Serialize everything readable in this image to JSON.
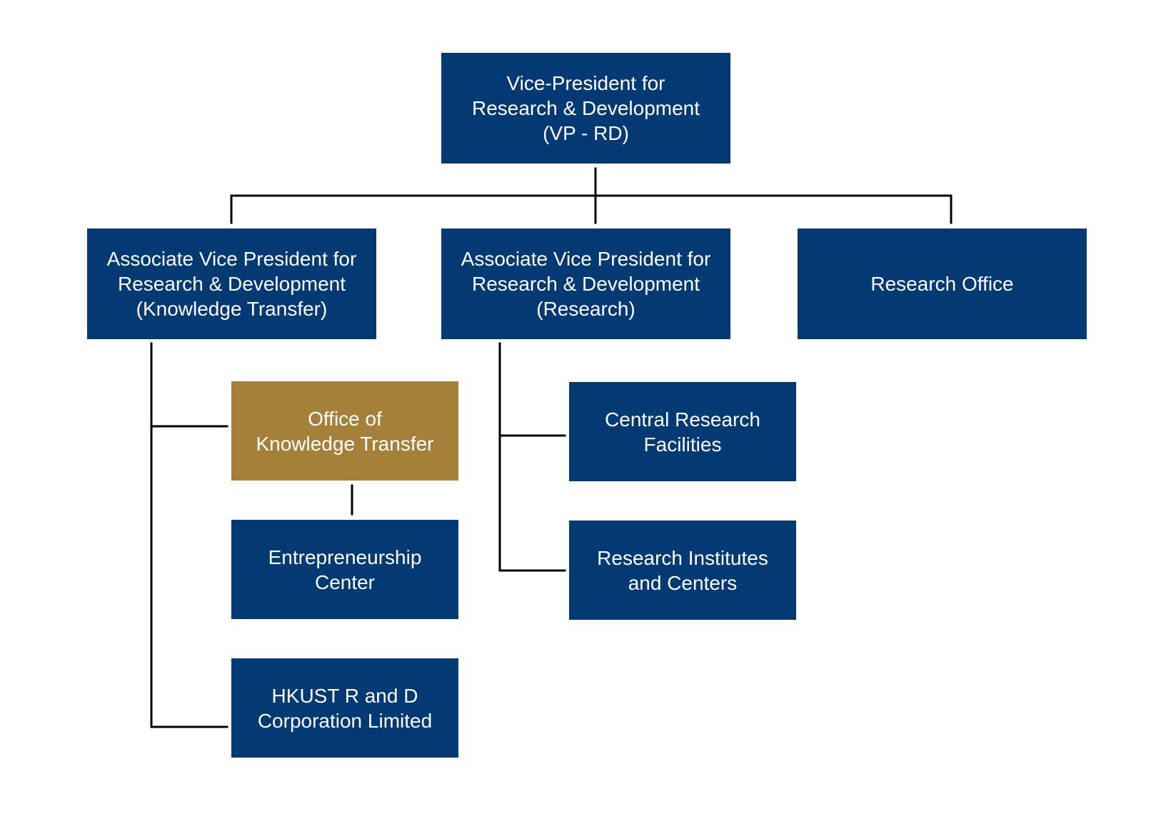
{
  "chart": {
    "vp": [
      "Vice-President for",
      "Research & Development",
      "(VP - RD)"
    ],
    "avp_knowledge_transfer": [
      "Associate Vice President for",
      "Research & Development",
      "(Knowledge Transfer)"
    ],
    "avp_research": [
      "Associate Vice President for",
      "Research & Development",
      "(Research)"
    ],
    "research_office": [
      "Research Office"
    ],
    "office_knowledge_transfer": [
      "Office of",
      "Knowledge Transfer"
    ],
    "entrepreneurship_center": [
      "Entrepreneurship",
      "Center"
    ],
    "hkust_rd_corp": [
      "HKUST R and D",
      "Corporation Limited"
    ],
    "central_research_facilities": [
      "Central Research",
      "Facilities"
    ],
    "research_institutes_centers": [
      "Research Institutes",
      "and Centers"
    ]
  },
  "colors": {
    "navy": "#033a74",
    "gold": "#a58038",
    "connector": "#000000",
    "text": "#ffffff"
  }
}
